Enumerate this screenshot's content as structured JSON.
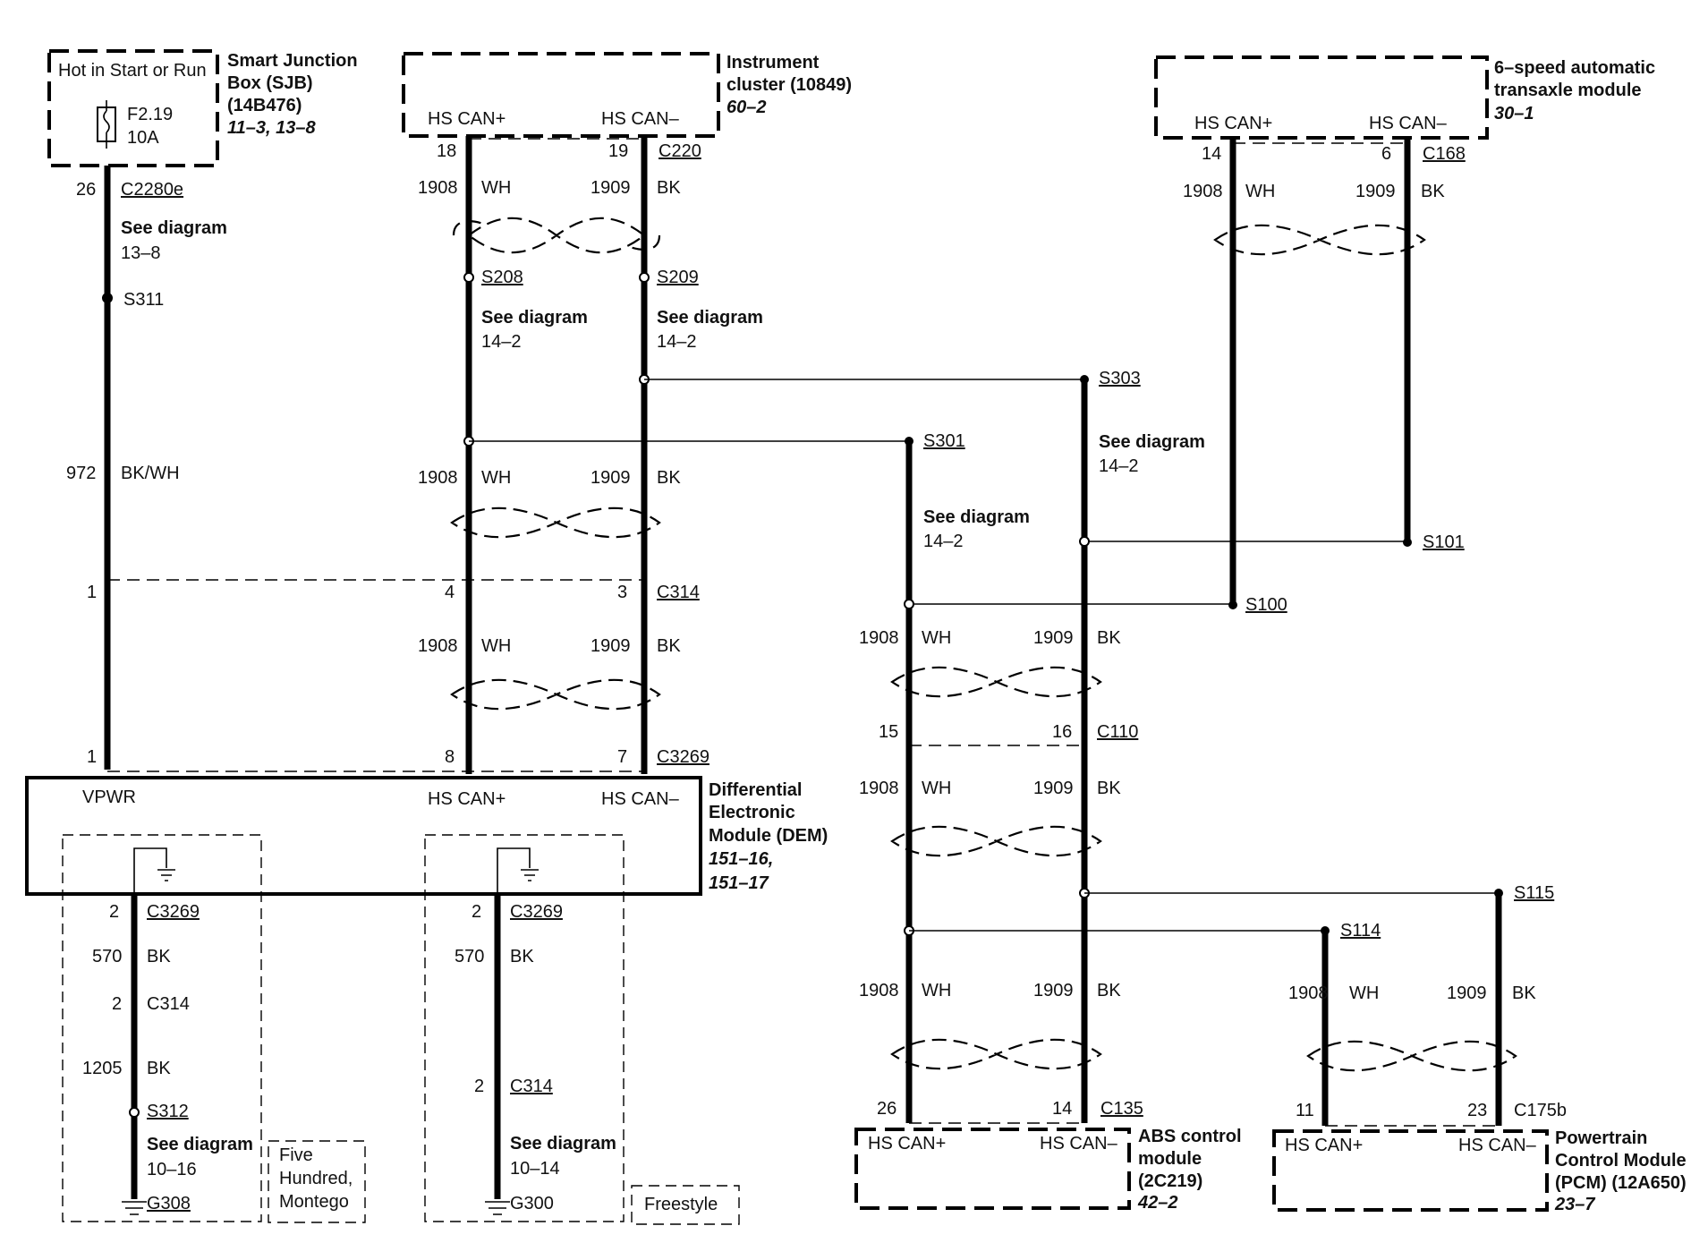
{
  "sjb": {
    "hot_label": "Hot in Start or Run",
    "fuse": "F2.19",
    "amps": "10A",
    "title1": "Smart Junction",
    "title2": "Box (SJB)",
    "part": "(14B476)",
    "ref": "11–3, 13–8",
    "pin": "26",
    "connector": "C2280e",
    "see1": "See diagram",
    "see2": "13–8",
    "splice": "S311",
    "circuit": "972",
    "color": "BK/WH"
  },
  "ic": {
    "title1": "Instrument",
    "title2": "cluster (10849)",
    "ref": "60–2",
    "pin_plus": "HS CAN+",
    "pin_minus": "HS CAN–",
    "pin_a": "18",
    "pin_b": "19",
    "connector": "C220",
    "c1908": "1908",
    "wh": "WH",
    "c1909": "1909",
    "bk": "BK",
    "s_a": "S208",
    "s_b": "S209",
    "see": "See diagram",
    "see_ref": "14–2"
  },
  "tcm": {
    "title1": "6–speed automatic",
    "title2": "transaxle module",
    "ref": "30–1",
    "pin_plus": "HS CAN+",
    "pin_minus": "HS CAN–",
    "pin_a": "14",
    "pin_b": "6",
    "connector": "C168",
    "c1908": "1908",
    "wh": "WH",
    "c1909": "1909",
    "bk": "BK",
    "s101": "S101",
    "s100": "S100"
  },
  "mid": {
    "c1908": "1908",
    "wh": "WH",
    "c1909": "1909",
    "bk": "BK",
    "p1": "1",
    "p4": "4",
    "p3": "3",
    "connector": "C314",
    "p1b": "1",
    "p8": "8",
    "p7": "7",
    "connector2": "C3269"
  },
  "dem": {
    "vpwr": "VPWR",
    "pin_plus": "HS CAN+",
    "pin_minus": "HS CAN–",
    "title1": "Differential",
    "title2": "Electronic",
    "title3": "Module (DEM)",
    "ref1": "151–16,",
    "ref2": "151–17"
  },
  "ground_left": {
    "pin": "2",
    "connector": "C3269",
    "circuit": "570",
    "color": "BK",
    "pin2": "2",
    "connector2": "C314",
    "circuit2": "1205",
    "color2": "BK",
    "splice": "S312",
    "see": "See diagram",
    "see_ref": "10–16",
    "ground": "G308",
    "note1": "Five",
    "note2": "Hundred,",
    "note3": "Montego"
  },
  "ground_right": {
    "pin": "2",
    "connector": "C3269",
    "circuit": "570",
    "color": "BK",
    "pin2": "2",
    "connector2": "C314",
    "see": "See diagram",
    "see_ref": "10–14",
    "ground": "G300",
    "note": "Freestyle"
  },
  "right_net": {
    "s303": "S303",
    "s301": "S301",
    "see": "See diagram",
    "see_ref": "14–2",
    "c1908": "1908",
    "wh": "WH",
    "c1909": "1909",
    "bk": "BK",
    "p15": "15",
    "p16": "16",
    "connector": "C110",
    "s115": "S115",
    "s114": "S114"
  },
  "abs": {
    "pin_a": "26",
    "pin_b": "14",
    "connector": "C135",
    "pin_plus": "HS CAN+",
    "pin_minus": "HS CAN–",
    "title1": "ABS control",
    "title2": "module",
    "title3": "(2C219)",
    "ref": "42–2"
  },
  "pcm": {
    "c1908": "1908",
    "wh": "WH",
    "c1909": "1909",
    "bk": "BK",
    "pin_a": "11",
    "pin_b": "23",
    "connector": "C175b",
    "pin_plus": "HS CAN+",
    "pin_minus": "HS CAN–",
    "title1": "Powertrain",
    "title2": "Control Module",
    "title3": "(PCM) (12A650)",
    "ref": "23–7"
  }
}
